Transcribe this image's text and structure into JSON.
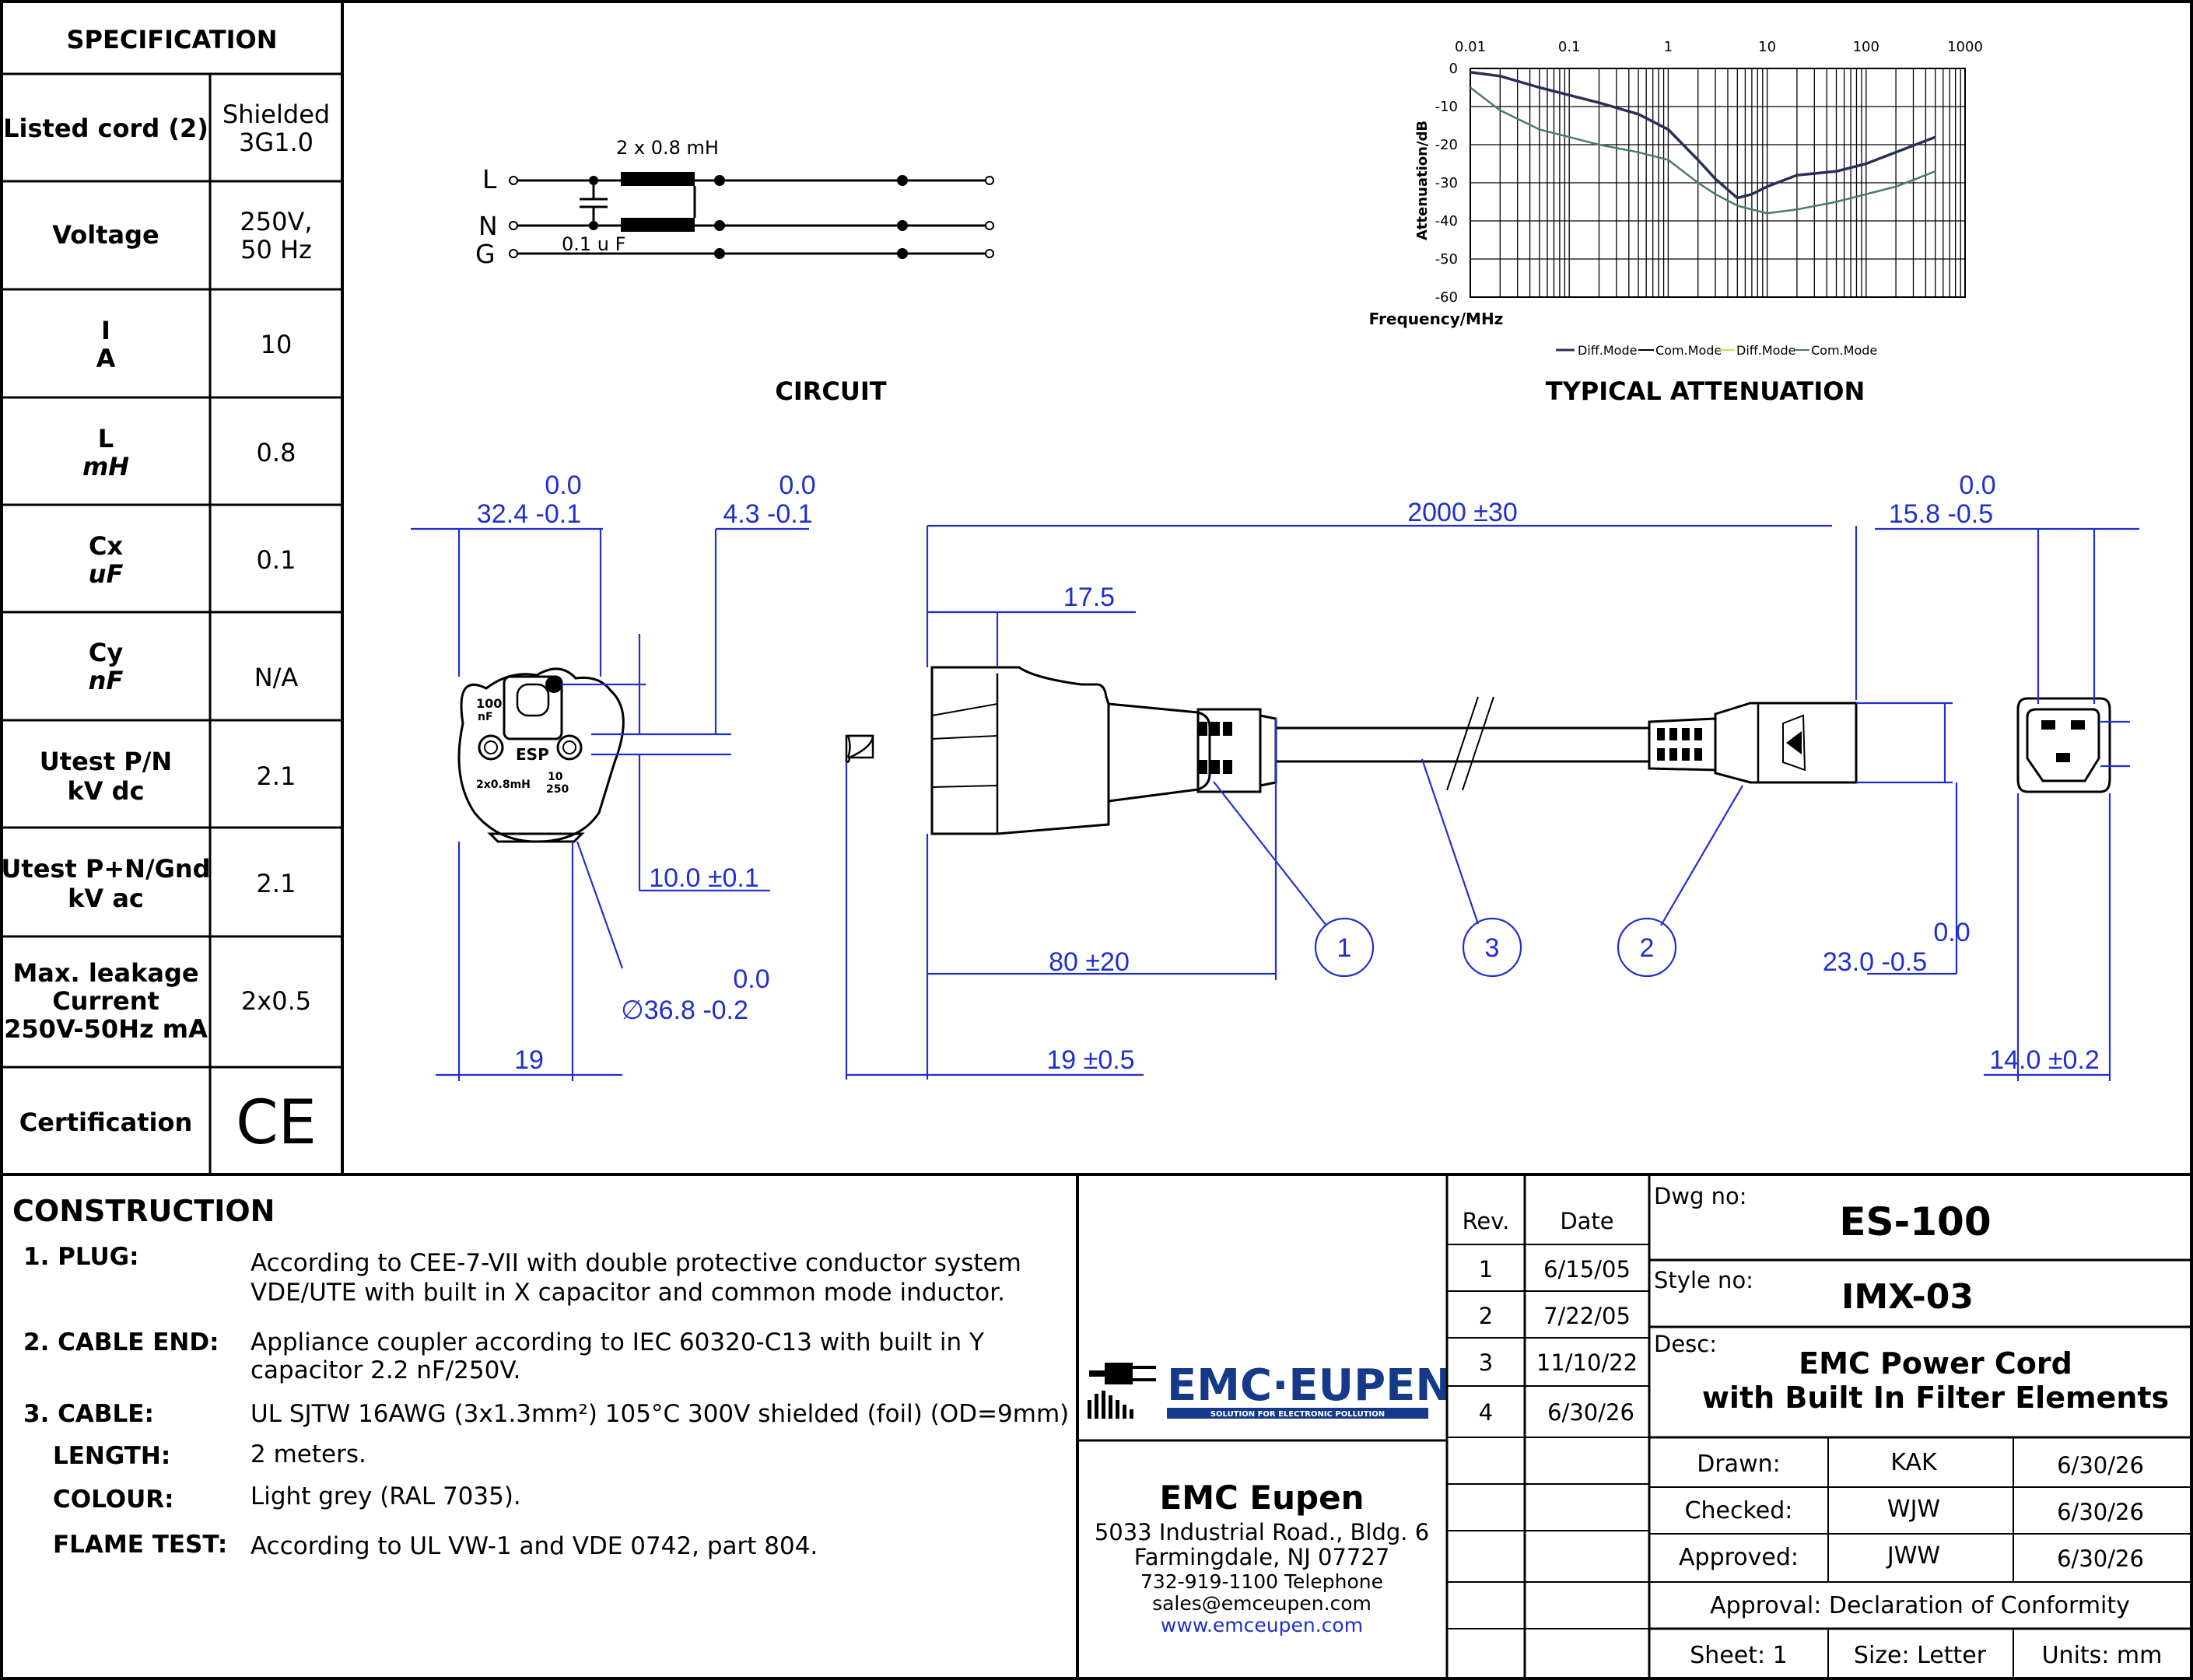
{
  "spec": {
    "title": "SPECIFICATION",
    "rows": [
      {
        "label": "Listed cord (2)",
        "value1": "Shielded",
        "value2": "3G1.0"
      },
      {
        "label": "Voltage",
        "value1": "250V,",
        "value2": "50 Hz"
      },
      {
        "label1": "I",
        "label2": "A",
        "value": "10"
      },
      {
        "label1": "L",
        "label2": "mH",
        "value": "0.8"
      },
      {
        "label1": "Cx",
        "label2": "uF",
        "value": "0.1"
      },
      {
        "label1": "Cy",
        "label2": "nF",
        "value": "N/A"
      },
      {
        "label1": "Utest P/N",
        "label2": "kV dc",
        "value": "2.1"
      },
      {
        "label1": "Utest P+N/Gnd",
        "label2": "kV ac",
        "value": "2.1"
      },
      {
        "label1": "Max. leakage",
        "label2": "Current",
        "label3": "250V-50Hz mA",
        "value": "2x0.5"
      },
      {
        "label": "Certification",
        "value": "CE"
      }
    ]
  },
  "circuit": {
    "title": "CIRCUIT",
    "inductor": "2 x 0.8 mH",
    "capacitor": "0.1 u F",
    "lines": [
      "L",
      "N",
      "G"
    ]
  },
  "attenuation": {
    "title": "TYPICAL ATTENUATION",
    "xlabel": "Frequency/MHz",
    "ylabel": "Attenuation/dB",
    "legend": [
      "Diff.Mode",
      "Com.Mode",
      "Diff.Mode",
      "Com.Mode"
    ]
  },
  "chart_data": {
    "type": "line",
    "xscale": "log",
    "x_ticks": [
      "0.01",
      "0.1",
      "1",
      "10",
      "100",
      "1000"
    ],
    "y_ticks": [
      "0",
      "-10",
      "-20",
      "-30",
      "-40",
      "-50",
      "-60"
    ],
    "xlim": [
      0.01,
      1000
    ],
    "ylim": [
      -60,
      0
    ],
    "grid": true,
    "legend_position": "bottom",
    "series": [
      {
        "name": "Diff.Mode",
        "color": "#2a2f5a",
        "x": [
          0.01,
          0.02,
          0.05,
          0.1,
          0.2,
          0.5,
          1,
          2,
          3,
          5,
          7,
          10,
          20,
          50,
          100,
          200,
          500
        ],
        "y": [
          -1,
          -2,
          -5,
          -7,
          -9,
          -12,
          -16,
          -24,
          -29,
          -34,
          -33,
          -31,
          -28,
          -27,
          -25,
          -22,
          -18
        ]
      },
      {
        "name": "Com.Mode",
        "color": "#4a7a6a",
        "x": [
          0.01,
          0.02,
          0.05,
          0.1,
          0.2,
          0.5,
          1,
          2,
          3,
          5,
          7,
          10,
          20,
          50,
          100,
          200,
          500
        ],
        "y": [
          -5,
          -11,
          -16,
          -18,
          -20,
          -22,
          -24,
          -30,
          -33,
          -36,
          -37,
          -38,
          -37,
          -35,
          -33,
          -31,
          -27
        ]
      }
    ]
  },
  "dims": {
    "d1a": "0.0",
    "d1b": "32.4 -0.1",
    "d2a": "0.0",
    "d2b": "4.3 -0.1",
    "d3": "2000 ±30",
    "d4a": "0.0",
    "d4b": "15.8 -0.5",
    "d5": "17.5",
    "d6": "10.0 ±0.1",
    "d7a": "0.0",
    "d7b": "∅36.8 -0.2",
    "d8": "80 ±20",
    "d9": "19",
    "d10": "19 ±0.5",
    "d11a": "0.0",
    "d11b": "23.0 -0.5",
    "d12": "14.0 ±0.2",
    "c1": "1",
    "c2": "2",
    "c3": "3",
    "plug_esp": "ESP",
    "plug_100": "100",
    "plug_nf": "nF",
    "plug_mh": "2x0.8mH",
    "plug_10": "10",
    "plug_250": "250"
  },
  "construction": {
    "title": "CONSTRUCTION",
    "items": [
      {
        "label": "1. PLUG:",
        "text1": "According to CEE-7-VII with double protective conductor system",
        "text2": "VDE/UTE with built in X capacitor and common mode inductor."
      },
      {
        "label": "2. CABLE END:",
        "text1": "Appliance coupler according to IEC 60320-C13 with built in Y",
        "text2": "capacitor 2.2 nF/250V."
      },
      {
        "label": "3. CABLE:",
        "text1": "UL SJTW 16AWG (3x1.3mm²) 105°C 300V shielded (foil) (OD=9mm)"
      },
      {
        "label": "LENGTH:",
        "text1": "2 meters."
      },
      {
        "label": "COLOUR:",
        "text1": "Light grey (RAL 7035)."
      },
      {
        "label": "FLAME TEST:",
        "text1": "According to UL VW-1 and VDE 0742, part 804."
      }
    ]
  },
  "company": {
    "logo": "EMC·EUPEN",
    "tagline": "SOLUTION FOR ELECTRONIC POLLUTION",
    "name": "EMC Eupen",
    "address1": "5033 Industrial Road., Bldg. 6",
    "address2": "Farmingdale, NJ 07727",
    "phone": "732-919-1100 Telephone",
    "email": "sales@emceupen.com",
    "web": "www.emceupen.com"
  },
  "revisions": {
    "rev_header": "Rev.",
    "date_header": "Date",
    "rows": [
      {
        "rev": "1",
        "date": "6/15/05"
      },
      {
        "rev": "2",
        "date": "7/22/05"
      },
      {
        "rev": "3",
        "date": "11/10/22"
      },
      {
        "rev": "4",
        "date": "6/30/26"
      }
    ]
  },
  "titleblock": {
    "dwg_label": "Dwg no:",
    "dwg": "ES-100",
    "style_label": "Style no:",
    "style": "IMX-03",
    "desc_label": "Desc:",
    "desc1": "EMC Power Cord",
    "desc2": "with Built In Filter Elements",
    "drawn_label": "Drawn:",
    "drawn_by": "KAK",
    "drawn_date": "6/30/26",
    "checked_label": "Checked:",
    "checked_by": "WJW",
    "checked_date": "6/30/26",
    "approved_label": "Approved:",
    "approved_by": "JWW",
    "approved_date": "6/30/26",
    "approval": "Approval: Declaration of Conformity",
    "sheet": "Sheet: 1",
    "size": "Size: Letter",
    "units": "Units: mm"
  }
}
